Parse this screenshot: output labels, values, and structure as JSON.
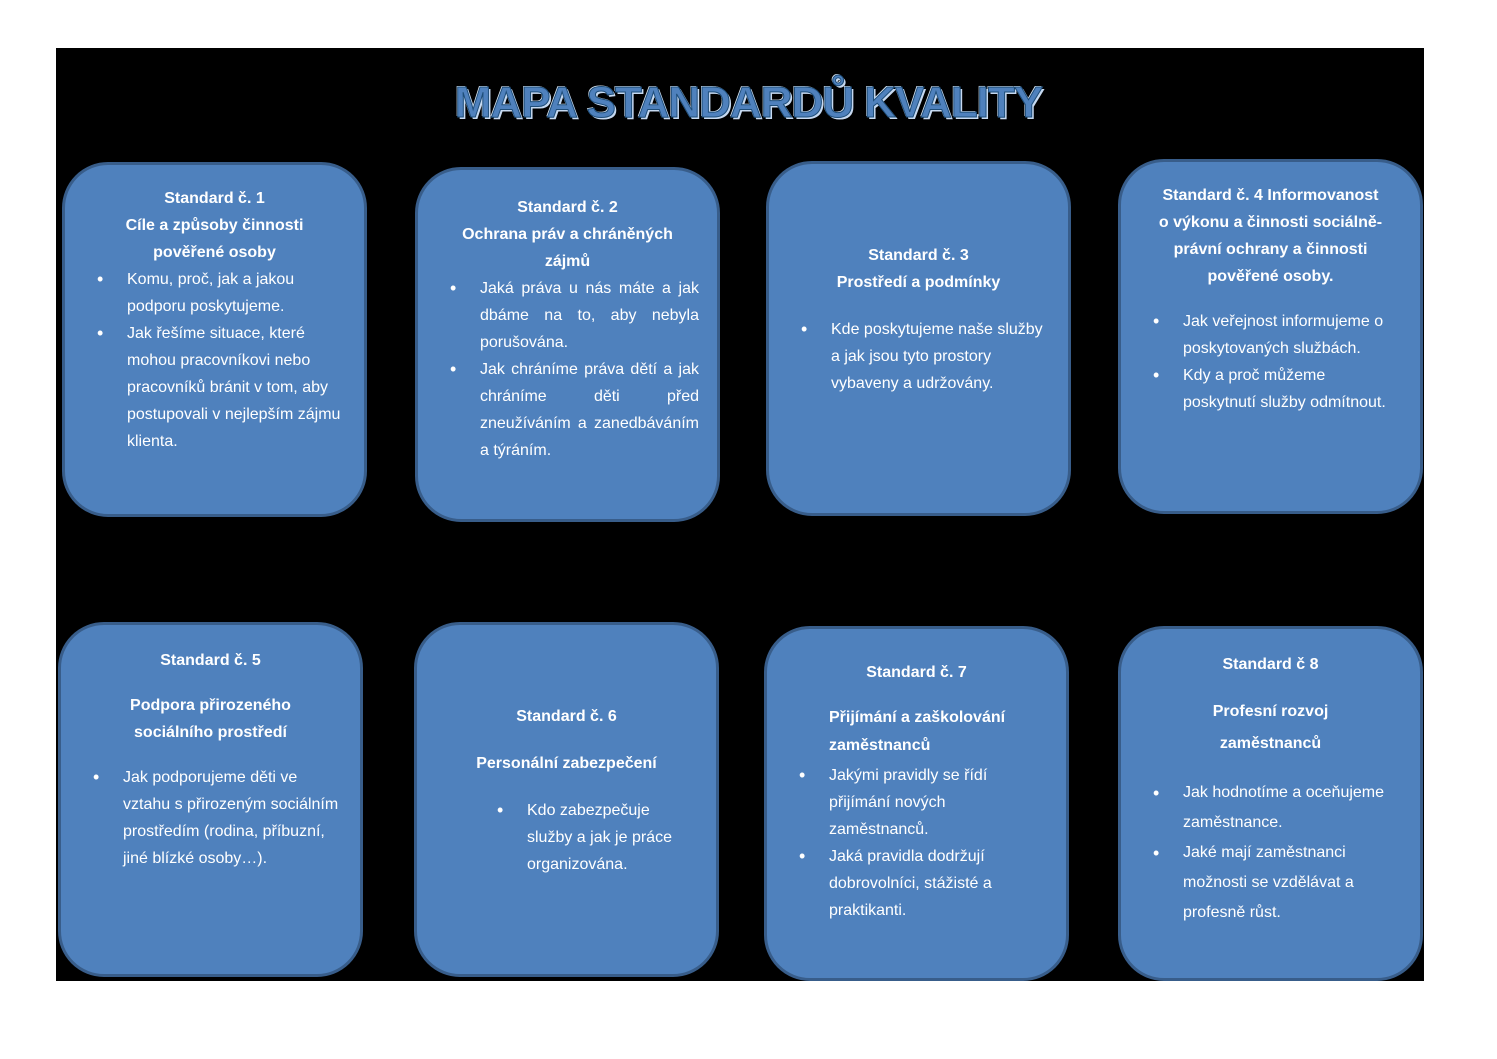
{
  "title": "MAPA STANDARDŮ  KVALITY",
  "colors": {
    "background": "#000000",
    "card": "#4f81bd",
    "card_border": "#385d8a",
    "text": "#ffffff",
    "title": "#4f81bd"
  },
  "cards": [
    {
      "heading": [
        "Standard č. 1",
        "Cíle a způsoby činnosti",
        "pověřené osoby"
      ],
      "items": [
        "Komu, proč, jak a jakou podporu poskytujeme.",
        "Jak řešíme situace, které mohou pracovníkovi nebo pracovníků bránit v tom, aby postupovali v nejlepším zájmu klienta."
      ]
    },
    {
      "heading": [
        "Standard č. 2",
        "Ochrana práv a chráněných",
        "zájmů"
      ],
      "items": [
        "Jaká práva u nás máte a jak dbáme na to, aby nebyla porušována.",
        "Jak chráníme práva dětí a jak chráníme děti před zneužíváním a zanedbáváním a týráním."
      ]
    },
    {
      "heading": [
        "Standard č. 3",
        "Prostředí a podmínky"
      ],
      "items": [
        "Kde poskytujeme naše služby a jak jsou tyto prostory vybaveny a udržovány."
      ]
    },
    {
      "heading": [
        "Standard č. 4 Informovanost",
        "o výkonu a činnosti sociálně-",
        "právní ochrany a činnosti",
        "pověřené osoby."
      ],
      "items": [
        "Jak veřejnost informujeme o poskytovaných službách.",
        "Kdy a proč můžeme poskytnutí služby odmítnout."
      ]
    },
    {
      "heading": [
        "Standard č. 5"
      ],
      "subheading": [
        "Podpora přirozeného",
        "sociálního prostředí"
      ],
      "items": [
        "Jak podporujeme děti ve vztahu s přirozeným sociálním prostředím (rodina, příbuzní, jiné blízké osoby…)."
      ]
    },
    {
      "heading": [
        "Standard č. 6"
      ],
      "subheading": [
        "Personální zabezpečení"
      ],
      "items": [
        "Kdo zabezpečuje služby a jak je práce organizována."
      ]
    },
    {
      "heading": [
        "Standard č. 7"
      ],
      "subheading": [
        "Přijímání a zaškolování",
        "zaměstnanců"
      ],
      "items": [
        "Jakými pravidly se řídí přijímání nových zaměstnanců.",
        "Jaká pravidla dodržují dobrovolníci, stážisté a praktikanti."
      ]
    },
    {
      "heading": [
        "Standard č 8"
      ],
      "subheading": [
        "Profesní rozvoj",
        "zaměstnanců"
      ],
      "items": [
        "Jak hodnotíme a oceňujeme zaměstnance.",
        "Jaké mají zaměstnanci možnosti se vzdělávat a profesně růst."
      ]
    }
  ]
}
